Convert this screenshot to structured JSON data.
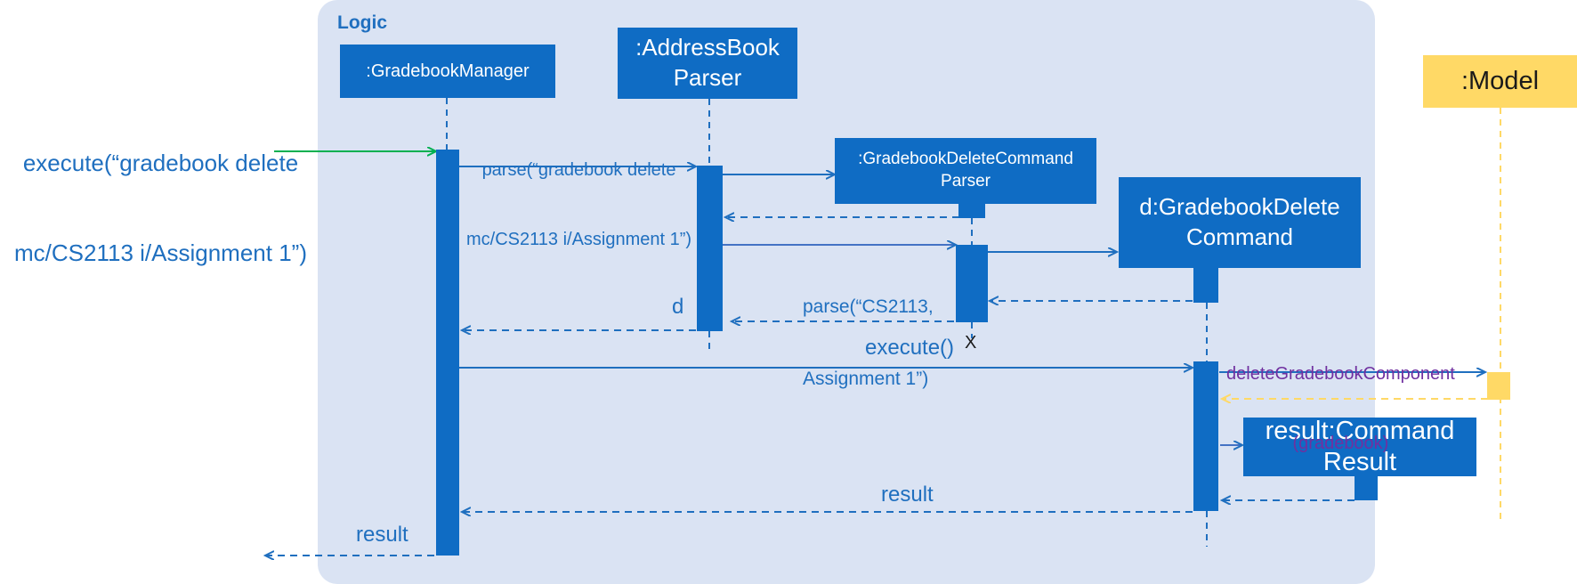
{
  "frame": {
    "title": "Logic"
  },
  "participants": {
    "gradebook_manager": ":GradebookManager",
    "address_book_parser_line1": ":AddressBook",
    "address_book_parser_line2": "Parser",
    "gradebook_delete_command_parser_line1": ":GradebookDeleteCommand",
    "gradebook_delete_command_parser_line2": "Parser",
    "gradebook_delete_command_line1": "d:GradebookDelete",
    "gradebook_delete_command_line2": "Command",
    "command_result_line1": "result:Command",
    "command_result_line2": "Result",
    "model": ":Model"
  },
  "messages": {
    "execute_call_line1": "execute(“gradebook delete",
    "execute_call_line2": "mc/CS2113 i/Assignment 1”)",
    "parse_call_line1": "parse(“gradebook delete",
    "parse_call_line2": "mc/CS2113 i/Assignment 1”)",
    "parse_args_line1": "parse(“CS2113,",
    "parse_args_line2": "Assignment 1”)",
    "return_d": "d",
    "destroy_marker": "X",
    "execute_d": "execute()",
    "delete_component_line1": "deleteGradebookComponent",
    "delete_component_line2": "(gradebook)",
    "return_result_inner": "result",
    "return_result_outer": "result"
  },
  "colors": {
    "frame_bg": "#dae3f3",
    "participant": "#0f6cc4",
    "model": "#ffd966",
    "call_arrow": "#1f6fbf",
    "entry_arrow": "#00b050",
    "model_return": "#ffd966",
    "label_text": "#1f6fbf",
    "model_label_text": "#7030a0"
  }
}
